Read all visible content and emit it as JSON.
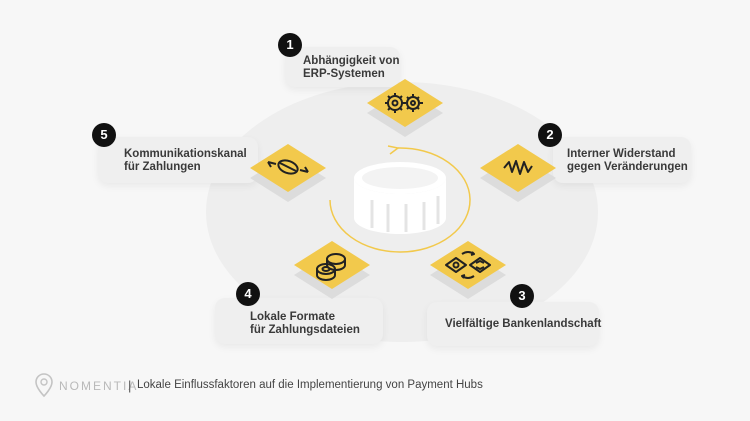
{
  "diagram": {
    "items": [
      {
        "number": "1",
        "label": "Abhängigkeit von\nERP-Systemen",
        "icon": "gears-icon"
      },
      {
        "number": "2",
        "label": "Interner Widerstand\ngegen Veränderungen",
        "icon": "zigzag-icon"
      },
      {
        "number": "3",
        "label": "Vielfältige Bankenlandschaft",
        "icon": "exchange-icon"
      },
      {
        "number": "4",
        "label": "Lokale Formate\nfür Zahlungsdateien",
        "icon": "coins-icon"
      },
      {
        "number": "5",
        "label": "Kommunikationskanal\nfür Zahlungen",
        "icon": "transfer-coin-icon"
      }
    ],
    "center_icon": "coin-stack-icon"
  },
  "footer": {
    "brand": "NOMENTIA",
    "separator": "|",
    "title": "Lokale Einflussfaktoren auf die Implementierung von Payment Hubs"
  },
  "colors": {
    "tile": "#f2c94c",
    "badge": "#111111",
    "accent_ring": "#f2c94c",
    "card": "#efefef"
  }
}
